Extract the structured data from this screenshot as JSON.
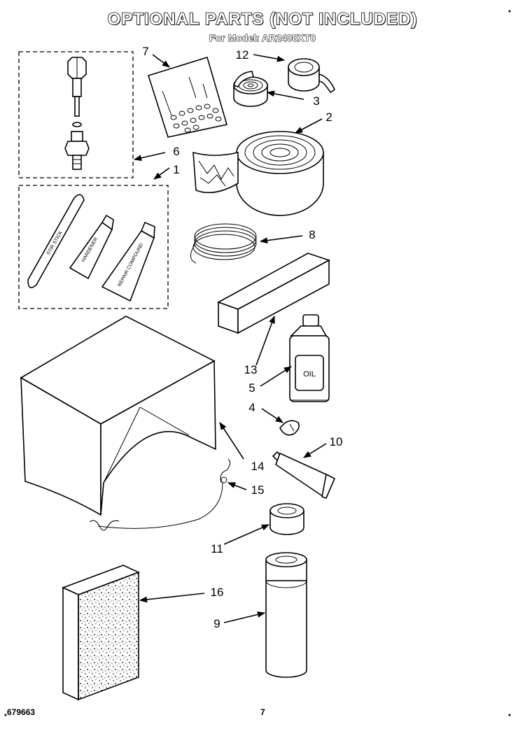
{
  "header": {
    "title": "OPTIONAL PARTS (NOT INCLUDED)",
    "subtitle": "For Model: AR2408XT0"
  },
  "callouts": [
    "1",
    "2",
    "3",
    "4",
    "5",
    "6",
    "7",
    "8",
    "9",
    "10",
    "11",
    "12",
    "13",
    "14",
    "15",
    "16"
  ],
  "labels": {
    "oil": "OIL",
    "stir_stick": "STIR STICK",
    "tube_a": "HARDENER",
    "tube_b": "REPAIR COMPOUND"
  },
  "footer": {
    "doc_number": "679663",
    "page_number": "7"
  }
}
